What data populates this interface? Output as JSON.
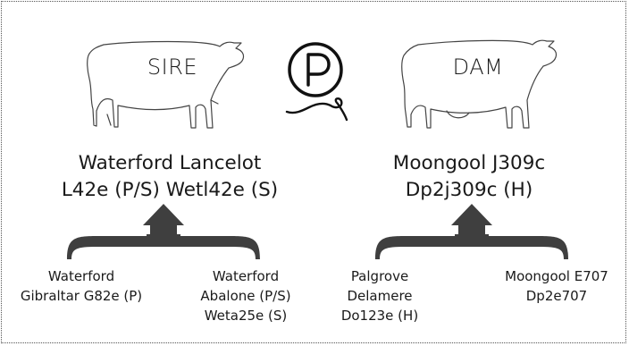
{
  "sire": {
    "tag": "SIRE",
    "name_line1": "Waterford Lancelot",
    "name_line2": "L42e (P/S) Wetl42e (S)",
    "sire_parent": {
      "line1": "Waterford",
      "line2": "Gibraltar G82e (P)"
    },
    "dam_parent": {
      "line1": "Waterford",
      "line2": "Abalone (P/S)",
      "line3": "Weta25e (S)"
    }
  },
  "dam": {
    "tag": "DAM",
    "name_line1": "Moongool J309c",
    "name_line2": "Dp2j309c (H)",
    "sire_parent": {
      "line1": "Palgrove",
      "line2": "Delamere",
      "line3": "Do123e (H)"
    },
    "dam_parent": {
      "line1": "Moongool E707",
      "line2": "Dp2e707"
    }
  },
  "poll_symbol": {
    "letter": "P",
    "icon": "polled-p-icon"
  },
  "colors": {
    "ink": "#1a1a1a",
    "bracket": "#3f3f3f",
    "outline": "#444444",
    "border": "#555555"
  }
}
